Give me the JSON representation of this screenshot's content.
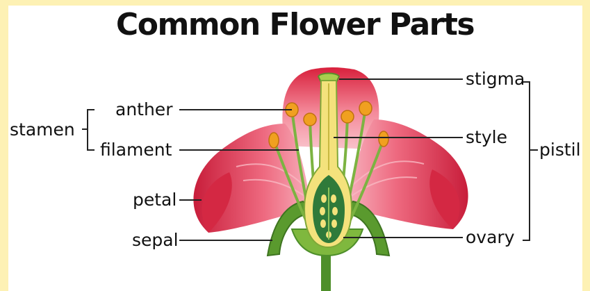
{
  "title": "Common Flower Parts",
  "labels": {
    "stamen": "stamen",
    "anther": "anther",
    "filament": "filament",
    "petal": "petal",
    "sepal": "sepal",
    "stigma": "stigma",
    "style": "style",
    "pistil": "pistil",
    "ovary": "ovary"
  },
  "colors": {
    "background": "#fdf1b4",
    "petal": "#e0304a",
    "petal_light": "#f07a8c",
    "sepal": "#5a9a2e",
    "pistil": "#f2e07a",
    "ovary": "#2f7a3a",
    "anther": "#f0a020"
  }
}
